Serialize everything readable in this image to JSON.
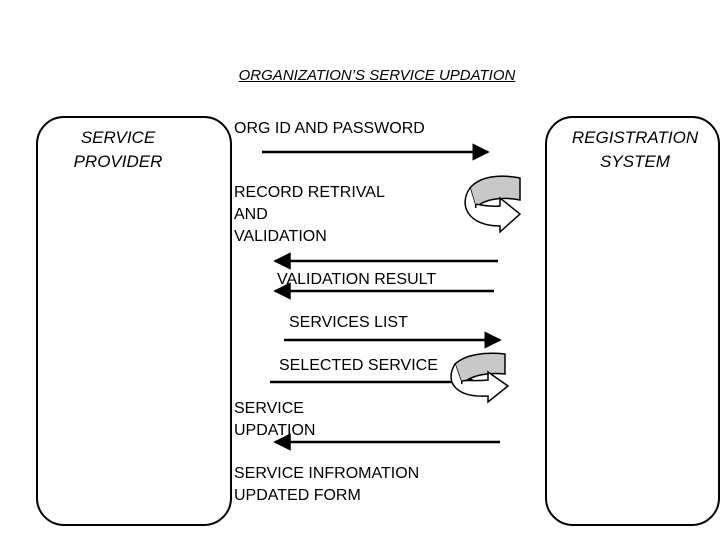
{
  "title": "ORGANIZATION’S SERVICE UPDATION",
  "actors": {
    "left": "SERVICE\nPROVIDER",
    "right": "REGISTRATION\nSYSTEM"
  },
  "messages": [
    {
      "id": "m1",
      "text": "ORG ID AND PASSWORD",
      "direction": "right"
    },
    {
      "id": "m2",
      "text": "RECORD RETRIVAL\nAND\nVALIDATION",
      "direction": "self"
    },
    {
      "id": "m3",
      "text": "VALIDATION RESULT",
      "direction": "left"
    },
    {
      "id": "m4",
      "text": "SERVICES LIST",
      "direction": "right"
    },
    {
      "id": "m5",
      "text": "SELECTED SERVICE",
      "direction": "self"
    },
    {
      "id": "m6",
      "text": "SERVICE\nUPDATION",
      "direction": "left"
    },
    {
      "id": "m7",
      "text": "SERVICE INFROMATION\nUPDATED FORM",
      "direction": "none"
    }
  ],
  "colors": {
    "line": "#000000",
    "self_arrow_fill": "#c8c8c8"
  }
}
